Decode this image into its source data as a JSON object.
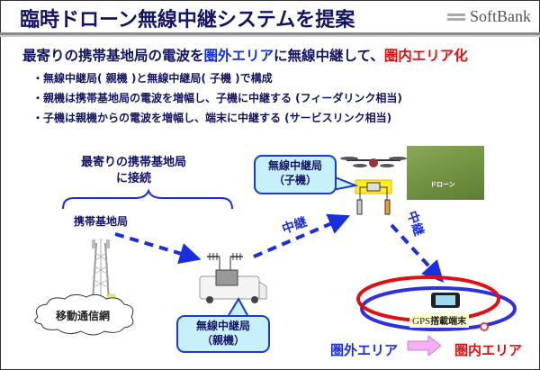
{
  "header": {
    "title": "臨時ドローン無線中継システムを提案",
    "logo_text": "SoftBank"
  },
  "headline": {
    "part1": "最寄りの携帯基地局の電波を",
    "part2_blue": "圏外エリア",
    "part3": "に無線中継して、",
    "part4_red": "圏内エリア化"
  },
  "bullets": [
    "・無線中継局( 親機 )と無線中継局( 子機 )で構成",
    "・親機は携帯基地局の電波を増幅し、子機に中継する (フィーダリンク相当)",
    "・子機は親機からの電波を増幅し、端末に中継する (サービスリンク相当)"
  ],
  "diagram": {
    "nearest_station_line1": "最寄りの携帯基地局",
    "nearest_station_line2": "に接続",
    "base_station_label": "携帯基地局",
    "mobile_network_label": "移動通信網",
    "parent_station_line1": "無線中継局",
    "parent_station_line2": "（親機）",
    "child_station_line1": "無線中継局",
    "child_station_line2": "（子機）",
    "relay_label_1": "中継",
    "relay_label_2": "中継",
    "photo_caption": "ドローン",
    "terminal_gps": "GPS",
    "terminal_label": "搭載端末",
    "area_out": "圏外エリア",
    "area_in": "圏内エリア"
  },
  "colors": {
    "navy": "#141464",
    "blue": "#1a2ee0",
    "red": "#e01010",
    "callout_fill": "#c8f0fb",
    "arrow_pink": "#f4b0f0"
  }
}
